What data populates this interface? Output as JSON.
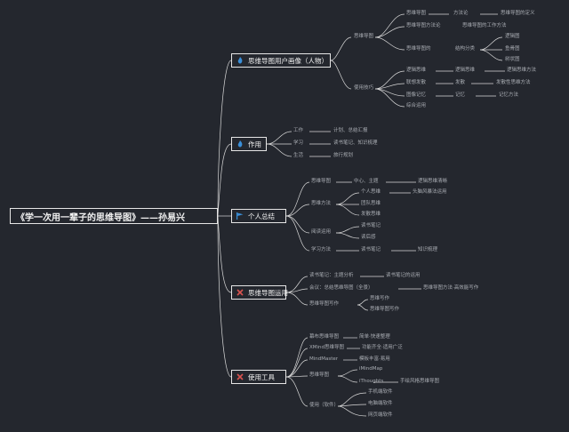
{
  "root": {
    "title": "《学一次用一辈子的思维导图》——孙易兴"
  },
  "topics": [
    {
      "label": "思维导图用户画像（人物）",
      "icon": "flame-icon",
      "icon_color": "#3a8fd9"
    },
    {
      "label": "作用",
      "icon": "flame-icon",
      "icon_color": "#3a8fd9"
    },
    {
      "label": "个人总结",
      "icon": "flag-icon",
      "icon_color": "#3a8fd9"
    },
    {
      "label": "思维导图运用",
      "icon": "tools-icon",
      "icon_color": "#d9534f"
    },
    {
      "label": "使用工具",
      "icon": "tools-icon",
      "icon_color": "#d9534f"
    }
  ],
  "t1": {
    "sub": [
      "思维导图",
      "使用技巧"
    ],
    "g1": [
      {
        "a": "思维导图",
        "b": "方法论",
        "c": "思维导图的定义"
      },
      {
        "a": "思维导图方法论",
        "b": "",
        "c": "思维导图的工作方法"
      },
      {
        "a": "思维导图的",
        "b": "结构分类",
        "c": ""
      }
    ],
    "g1_sub": [
      "逻辑图",
      "鱼骨图",
      "树状图"
    ],
    "g2": [
      {
        "a": "逻辑思维",
        "b": "逻辑思维",
        "c": "逻辑思维方法"
      },
      {
        "a": "联想发散",
        "b": "发散",
        "c": "发散性思维方法"
      },
      {
        "a": "图像记忆",
        "b": "记忆",
        "c": "记忆方法"
      },
      {
        "a": "综合运用",
        "b": "",
        "c": ""
      }
    ]
  },
  "t2": [
    {
      "a": "工作",
      "b": "计划、总结汇报"
    },
    {
      "a": "学习",
      "b": "读书笔记、知识梳理"
    },
    {
      "a": "生活",
      "b": "旅行规划"
    }
  ],
  "t3": {
    "g1": {
      "a": "思维导图",
      "b": "中心、主题",
      "c": "逻辑思维清晰"
    },
    "g2": {
      "a": "思维方法",
      "items": [
        "个人思维",
        "团队思维",
        "发散思维"
      ],
      "aside": "头脑风暴法运用"
    },
    "g3": {
      "a": "阅读运用",
      "items": [
        "读书笔记",
        "读后感"
      ]
    },
    "g4": {
      "a": "学习方法",
      "b": "读书笔记",
      "c": "知识梳理"
    }
  },
  "t4": [
    {
      "a": "读书笔记：主题分析",
      "b": "读书笔记的运用"
    },
    {
      "a": "会议：总结思维导图（全景）",
      "b": "思维导图方法·高效能写作"
    },
    {
      "a": "思维导图写作",
      "items": [
        "思维写作",
        "思维导图写作"
      ]
    }
  ],
  "t5": {
    "rows": [
      {
        "a": "幕布思维导图",
        "b": "简单·快速整理"
      },
      {
        "a": "XMind思维导图",
        "b": "功能齐全·适用广泛"
      },
      {
        "a": "MindMaster",
        "b": "模板丰富·易用"
      }
    ],
    "g4": {
      "a": "思维导图",
      "items": [
        "iMindMap",
        "iThoughts"
      ],
      "aside": "手绘风格思维导图"
    },
    "g5": {
      "a": "使用（软件）",
      "items": [
        "手机端软件",
        "电脑端软件",
        "网页端软件"
      ]
    }
  }
}
